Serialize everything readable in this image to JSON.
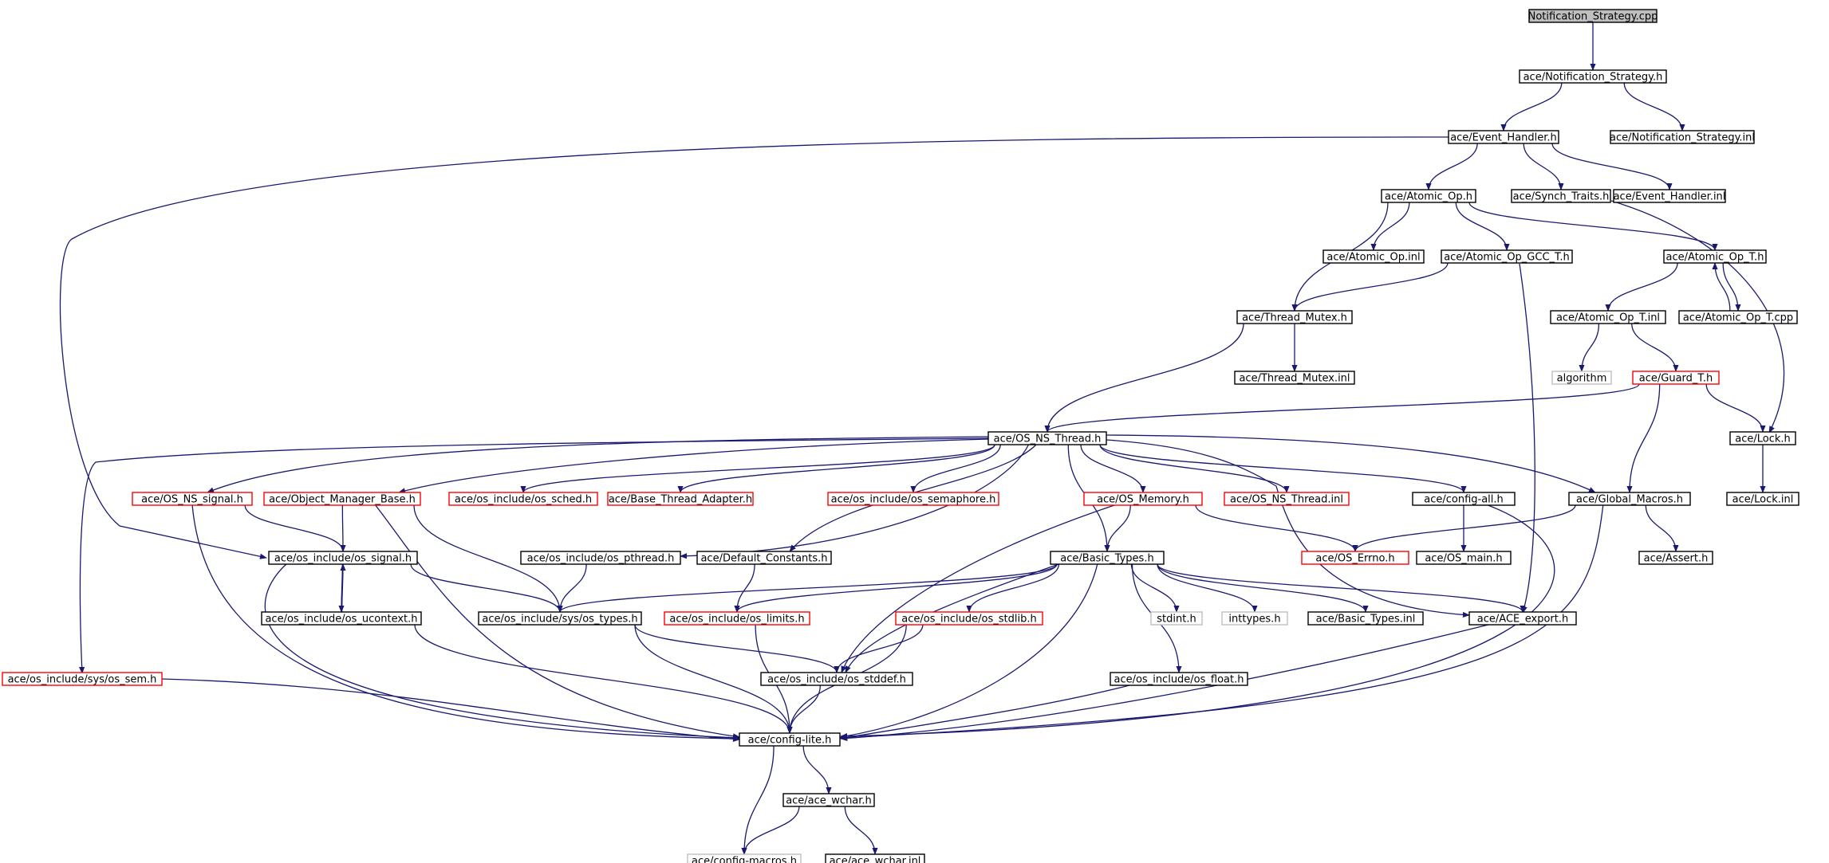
{
  "graph": {
    "root": "Notification_Strategy.cpp",
    "nodes": [
      {
        "id": "root",
        "label": "Notification_Strategy.cpp",
        "style": "root"
      },
      {
        "id": "ns_h",
        "label": "ace/Notification_Strategy.h",
        "style": "normal"
      },
      {
        "id": "eh_h",
        "label": "ace/Event_Handler.h",
        "style": "normal"
      },
      {
        "id": "ns_inl",
        "label": "ace/Notification_Strategy.inl",
        "style": "normal"
      },
      {
        "id": "aop_h",
        "label": "ace/Atomic_Op.h",
        "style": "normal"
      },
      {
        "id": "st_h",
        "label": "ace/Synch_Traits.h",
        "style": "normal"
      },
      {
        "id": "eh_inl",
        "label": "ace/Event_Handler.inl",
        "style": "normal"
      },
      {
        "id": "aop_inl",
        "label": "ace/Atomic_Op.inl",
        "style": "normal"
      },
      {
        "id": "aopgcc",
        "label": "ace/Atomic_Op_GCC_T.h",
        "style": "normal"
      },
      {
        "id": "aopt_h",
        "label": "ace/Atomic_Op_T.h",
        "style": "normal"
      },
      {
        "id": "tm_h",
        "label": "ace/Thread_Mutex.h",
        "style": "normal"
      },
      {
        "id": "aopt_inl",
        "label": "ace/Atomic_Op_T.inl",
        "style": "normal"
      },
      {
        "id": "aopt_cpp",
        "label": "ace/Atomic_Op_T.cpp",
        "style": "normal"
      },
      {
        "id": "tm_inl",
        "label": "ace/Thread_Mutex.inl",
        "style": "normal"
      },
      {
        "id": "algo",
        "label": "algorithm",
        "style": "gray"
      },
      {
        "id": "guard",
        "label": "ace/Guard_T.h",
        "style": "red"
      },
      {
        "id": "osnt",
        "label": "ace/OS_NS_Thread.h",
        "style": "normal"
      },
      {
        "id": "lock_h",
        "label": "ace/Lock.h",
        "style": "normal"
      },
      {
        "id": "lock_inl",
        "label": "ace/Lock.inl",
        "style": "normal"
      },
      {
        "id": "osnsig",
        "label": "ace/OS_NS_signal.h",
        "style": "red"
      },
      {
        "id": "omb",
        "label": "ace/Object_Manager_Base.h",
        "style": "red"
      },
      {
        "id": "sched",
        "label": "ace/os_include/os_sched.h",
        "style": "red"
      },
      {
        "id": "bta",
        "label": "ace/Base_Thread_Adapter.h",
        "style": "red"
      },
      {
        "id": "sema",
        "label": "ace/os_include/os_semaphore.h",
        "style": "red"
      },
      {
        "id": "osmem",
        "label": "ace/OS_Memory.h",
        "style": "red"
      },
      {
        "id": "osnt_inl",
        "label": "ace/OS_NS_Thread.inl",
        "style": "red"
      },
      {
        "id": "cfgall",
        "label": "ace/config-all.h",
        "style": "normal"
      },
      {
        "id": "gm",
        "label": "ace/Global_Macros.h",
        "style": "normal"
      },
      {
        "id": "sig",
        "label": "ace/os_include/os_signal.h",
        "style": "normal"
      },
      {
        "id": "pthread",
        "label": "ace/os_include/os_pthread.h",
        "style": "normal"
      },
      {
        "id": "defc",
        "label": "ace/Default_Constants.h",
        "style": "normal"
      },
      {
        "id": "bt_h",
        "label": "ace/Basic_Types.h",
        "style": "normal"
      },
      {
        "id": "errno",
        "label": "ace/OS_Errno.h",
        "style": "red"
      },
      {
        "id": "osmain",
        "label": "ace/OS_main.h",
        "style": "normal"
      },
      {
        "id": "assert",
        "label": "ace/Assert.h",
        "style": "normal"
      },
      {
        "id": "ucontext",
        "label": "ace/os_include/os_ucontext.h",
        "style": "normal"
      },
      {
        "id": "types",
        "label": "ace/os_include/sys/os_types.h",
        "style": "normal"
      },
      {
        "id": "limits",
        "label": "ace/os_include/os_limits.h",
        "style": "red"
      },
      {
        "id": "stdlib",
        "label": "ace/os_include/os_stdlib.h",
        "style": "red"
      },
      {
        "id": "stdint",
        "label": "stdint.h",
        "style": "gray"
      },
      {
        "id": "inttypes",
        "label": "inttypes.h",
        "style": "gray"
      },
      {
        "id": "bt_inl",
        "label": "ace/Basic_Types.inl",
        "style": "normal"
      },
      {
        "id": "export",
        "label": "ace/ACE_export.h",
        "style": "normal"
      },
      {
        "id": "ossem",
        "label": "ace/os_include/sys/os_sem.h",
        "style": "red"
      },
      {
        "id": "stddef",
        "label": "ace/os_include/os_stddef.h",
        "style": "normal"
      },
      {
        "id": "float",
        "label": "ace/os_include/os_float.h",
        "style": "normal"
      },
      {
        "id": "cfglite",
        "label": "ace/config-lite.h",
        "style": "normal"
      },
      {
        "id": "wchar_h",
        "label": "ace/ace_wchar.h",
        "style": "normal"
      },
      {
        "id": "cfgmac",
        "label": "ace/config-macros.h",
        "style": "gray"
      },
      {
        "id": "wchar_inl",
        "label": "ace/ace_wchar.inl",
        "style": "normal"
      }
    ],
    "edges": [
      [
        "root",
        "ns_h"
      ],
      [
        "ns_h",
        "eh_h"
      ],
      [
        "ns_h",
        "ns_inl"
      ],
      [
        "eh_h",
        "aop_h"
      ],
      [
        "eh_h",
        "st_h"
      ],
      [
        "eh_h",
        "eh_inl"
      ],
      [
        "eh_h",
        "sig"
      ],
      [
        "aop_h",
        "aop_inl"
      ],
      [
        "aop_h",
        "aopgcc"
      ],
      [
        "aop_h",
        "aopt_h"
      ],
      [
        "aop_h",
        "tm_h"
      ],
      [
        "aopgcc",
        "tm_h"
      ],
      [
        "aopgcc",
        "export"
      ],
      [
        "aopt_h",
        "aopt_inl"
      ],
      [
        "aopt_h",
        "aopt_cpp"
      ],
      [
        "aopt_cpp",
        "aopt_h"
      ],
      [
        "aopt_inl",
        "algo"
      ],
      [
        "aopt_inl",
        "guard"
      ],
      [
        "st_h",
        "lock_h"
      ],
      [
        "guard",
        "lock_h"
      ],
      [
        "guard",
        "osnt"
      ],
      [
        "guard",
        "gm"
      ],
      [
        "tm_h",
        "tm_inl"
      ],
      [
        "tm_h",
        "osnt"
      ],
      [
        "lock_h",
        "lock_inl"
      ],
      [
        "osnt",
        "ossem"
      ],
      [
        "osnt",
        "osnsig"
      ],
      [
        "osnt",
        "omb"
      ],
      [
        "osnt",
        "sched"
      ],
      [
        "osnt",
        "bta"
      ],
      [
        "osnt",
        "sema"
      ],
      [
        "osnt",
        "osmem"
      ],
      [
        "osnt",
        "osnt_inl"
      ],
      [
        "osnt",
        "cfgall"
      ],
      [
        "osnt",
        "gm"
      ],
      [
        "osnt",
        "pthread"
      ],
      [
        "osnt",
        "defc"
      ],
      [
        "osnt",
        "bt_h"
      ],
      [
        "osnt",
        "export"
      ],
      [
        "osnsig",
        "sig"
      ],
      [
        "osnsig",
        "cfglite"
      ],
      [
        "omb",
        "sig"
      ],
      [
        "omb",
        "types"
      ],
      [
        "omb",
        "cfglite"
      ],
      [
        "osmem",
        "bt_h"
      ],
      [
        "osmem",
        "errno"
      ],
      [
        "osmem",
        "stddef"
      ],
      [
        "cfgall",
        "osmain"
      ],
      [
        "cfgall",
        "cfglite"
      ],
      [
        "gm",
        "errno"
      ],
      [
        "gm",
        "assert"
      ],
      [
        "gm",
        "cfglite"
      ],
      [
        "sig",
        "ucontext"
      ],
      [
        "ucontext",
        "sig"
      ],
      [
        "sig",
        "types"
      ],
      [
        "sig",
        "cfglite"
      ],
      [
        "pthread",
        "types"
      ],
      [
        "defc",
        "limits"
      ],
      [
        "bt_h",
        "types"
      ],
      [
        "bt_h",
        "limits"
      ],
      [
        "bt_h",
        "stdlib"
      ],
      [
        "bt_h",
        "stdint"
      ],
      [
        "bt_h",
        "inttypes"
      ],
      [
        "bt_h",
        "bt_inl"
      ],
      [
        "bt_h",
        "export"
      ],
      [
        "bt_h",
        "stddef"
      ],
      [
        "bt_h",
        "float"
      ],
      [
        "bt_h",
        "cfglite"
      ],
      [
        "ucontext",
        "cfglite"
      ],
      [
        "types",
        "stddef"
      ],
      [
        "types",
        "cfglite"
      ],
      [
        "limits",
        "cfglite"
      ],
      [
        "stdlib",
        "stddef"
      ],
      [
        "stdlib",
        "cfglite"
      ],
      [
        "export",
        "cfglite"
      ],
      [
        "ossem",
        "cfglite"
      ],
      [
        "stddef",
        "cfglite"
      ],
      [
        "float",
        "cfglite"
      ],
      [
        "cfglite",
        "wchar_h"
      ],
      [
        "cfglite",
        "cfgmac"
      ],
      [
        "wchar_h",
        "cfgmac"
      ],
      [
        "wchar_h",
        "wchar_inl"
      ]
    ]
  }
}
